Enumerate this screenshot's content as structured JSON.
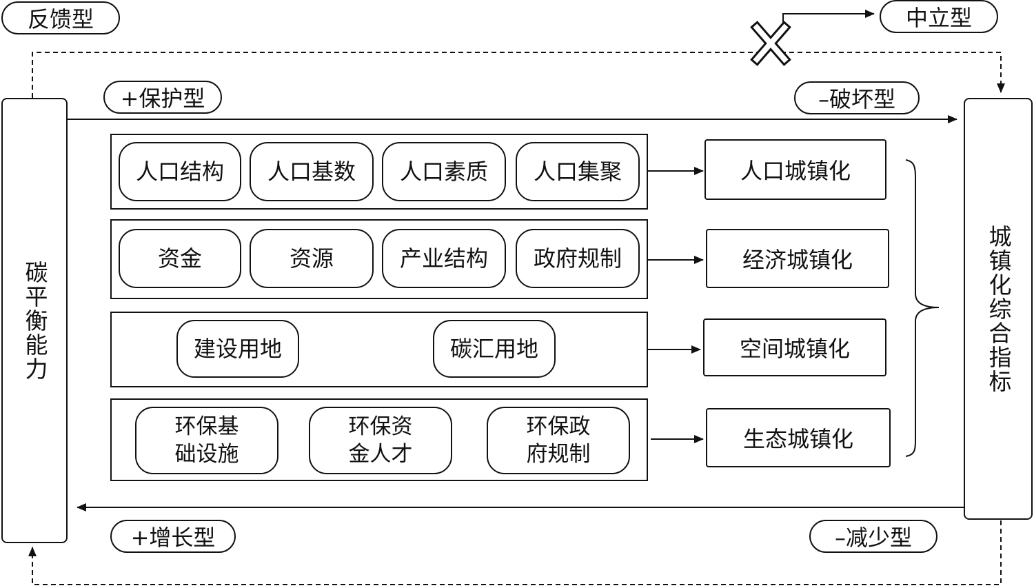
{
  "feedback_type": "反馈型",
  "neutral_type": "中立型",
  "protective_type": "+保护型",
  "destructive_type": "–破坏型",
  "growth_type": "+增长型",
  "reduction_type": "–减少型",
  "left_column": "碳平衡能力",
  "right_column": "城镇化综合指标",
  "groups": [
    {
      "factors": [
        "人口结构",
        "人口基数",
        "人口素质",
        "人口集聚"
      ],
      "outcome": "人口城镇化"
    },
    {
      "factors": [
        "资金",
        "资源",
        "产业结构",
        "政府规制"
      ],
      "outcome": "经济城镇化"
    },
    {
      "factors": [
        "建设用地",
        "碳汇用地"
      ],
      "outcome": "空间城镇化"
    },
    {
      "factors": [
        "环保基础设施",
        "环保资金人才",
        "环保政府规制"
      ],
      "outcome": "生态城镇化"
    }
  ],
  "env_factor_lines": [
    [
      "环保基",
      "础设施"
    ],
    [
      "环保资",
      "金人才"
    ],
    [
      "环保政",
      "府规制"
    ]
  ]
}
